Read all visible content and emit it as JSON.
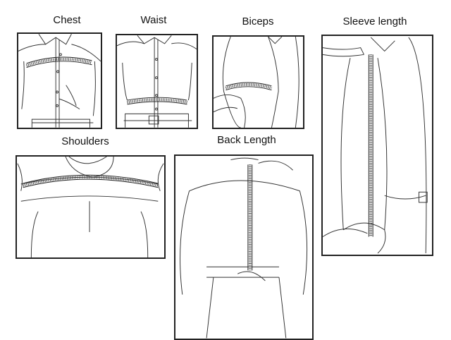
{
  "measurements": [
    {
      "id": "chest",
      "label": "Chest"
    },
    {
      "id": "waist",
      "label": "Waist"
    },
    {
      "id": "biceps",
      "label": "Biceps"
    },
    {
      "id": "sleeve_length",
      "label": "Sleeve length"
    },
    {
      "id": "shoulders",
      "label": "Shoulders"
    },
    {
      "id": "back_length",
      "label": "Back Length"
    }
  ]
}
